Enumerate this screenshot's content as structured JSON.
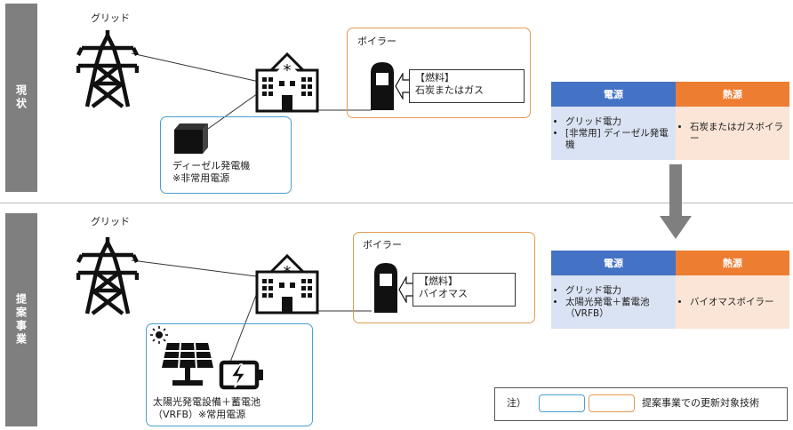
{
  "current": {
    "side_label": "現状",
    "grid_label": "グリッド",
    "boiler_label": "ボイラー",
    "fuel_line1": "【燃料】",
    "fuel_line2": "石炭またはガス",
    "generator_line1": "ディーゼル発電機",
    "generator_line2": "※非常用電源",
    "table": {
      "power_header": "電源",
      "heat_header": "熱源",
      "power_items": [
        "グリッド電力",
        "[非常用] ディーゼル発電機"
      ],
      "heat_items": [
        "石炭またはガスボイラー"
      ]
    }
  },
  "proposed": {
    "side_label": "提案事業",
    "grid_label": "グリッド",
    "boiler_label": "ボイラー",
    "fuel_line1": "【燃料】",
    "fuel_line2": "バイオマス",
    "solar_line1": "太陽光発電設備＋蓄電池",
    "solar_line2": "（VRFB）※常用電源",
    "table": {
      "power_header": "電源",
      "heat_header": "熱源",
      "power_items": [
        "グリッド電力",
        "太陽光発電＋蓄電池（VRFB）"
      ],
      "heat_items": [
        "バイオマスボイラー"
      ]
    }
  },
  "legend": {
    "note": "注）",
    "text": "提案事業での更新対象技術"
  },
  "colors": {
    "sidebar": "#7f7f7f",
    "blue_border": "#4a9fd0",
    "orange_border": "#e39a52",
    "power_header": "#4472c4",
    "heat_header": "#ed7d31",
    "power_cell": "#dae3f3",
    "heat_cell": "#fbe5d6"
  }
}
